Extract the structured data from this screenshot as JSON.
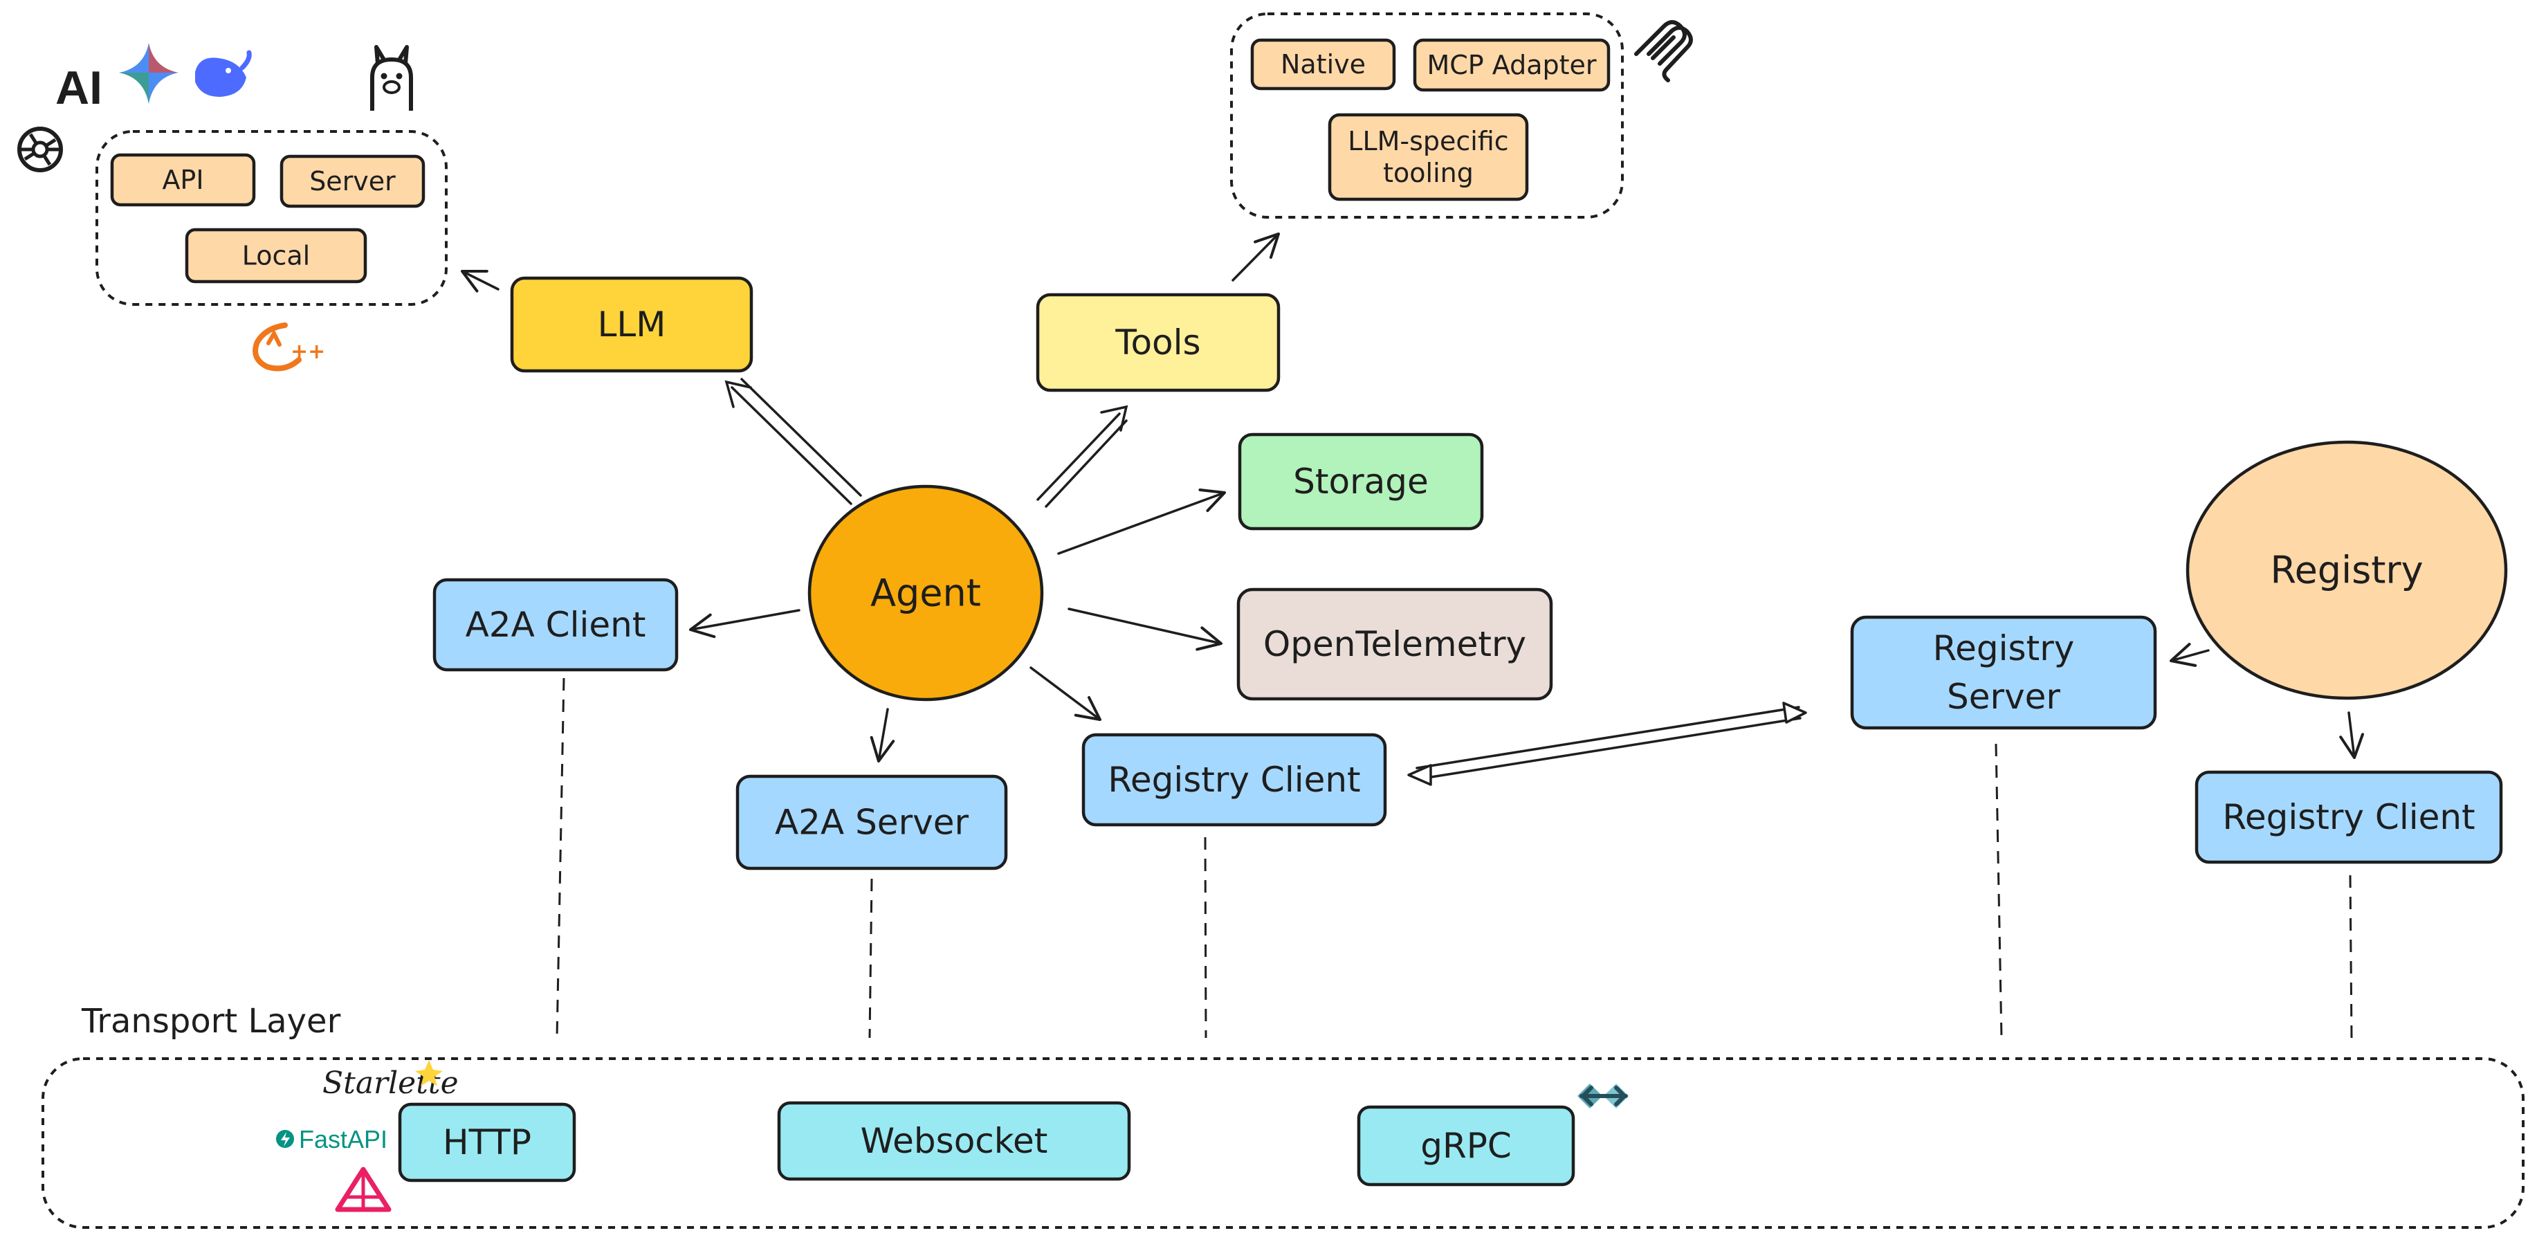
{
  "llm": {
    "label": "LLM",
    "options": [
      "API",
      "Server",
      "Local"
    ],
    "provider_logos": [
      "anthropic-logo",
      "gemini-logo",
      "deepseek-logo",
      "ollama-logo",
      "openai-logo",
      "cpp-logo"
    ],
    "provider_logo_text": {
      "anthropic": "AI"
    }
  },
  "tools": {
    "label": "Tools",
    "options": [
      "Native",
      "MCP Adapter",
      "LLM-specific\ntooling"
    ],
    "logo": "mcp-logo"
  },
  "storage": {
    "label": "Storage"
  },
  "opentelemetry": {
    "label": "OpenTelemetry"
  },
  "agent": {
    "label": "Agent"
  },
  "a2a_client": {
    "label": "A2A Client"
  },
  "a2a_server": {
    "label": "A2A Server"
  },
  "registry_client_agent": {
    "label": "Registry Client"
  },
  "registry_server": {
    "label": "Registry\nServer"
  },
  "registry": {
    "label": "Registry"
  },
  "registry_client_registry": {
    "label": "Registry Client"
  },
  "transport": {
    "title": "Transport Layer",
    "protocols": [
      {
        "label": "HTTP",
        "logos": [
          "Starlette",
          "FastAPI",
          "pydantic-logo"
        ]
      },
      {
        "label": "Websocket",
        "logos": []
      },
      {
        "label": "gRPC",
        "logos": [
          "grpc-logo"
        ]
      }
    ]
  },
  "colors": {
    "llm_fill": "#ffd43b",
    "tools_fill": "#fff09a",
    "storage_fill": "#b2f2bb",
    "otel_fill": "#eaddd7",
    "agent_fill": "#f8ab0b",
    "client_fill": "#a5d8ff",
    "registry_fill": "#ffd8a8",
    "option_fill": "#ffd8a8",
    "transport_fill": "#99e9f2",
    "fastapi": "#059384",
    "pydantic": "#e92063",
    "cpp_logo": "#f0771c"
  }
}
